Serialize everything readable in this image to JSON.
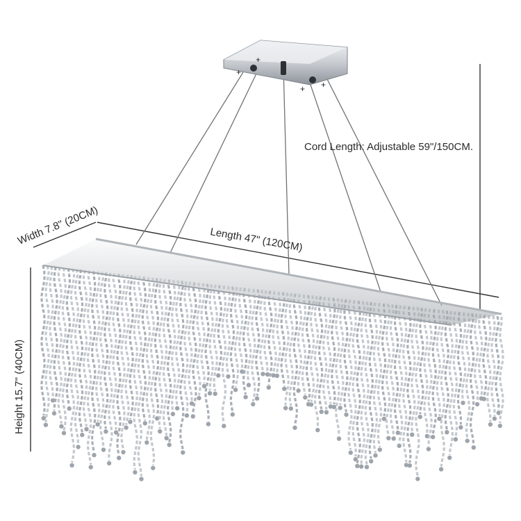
{
  "image": {
    "subject": "crystal-chandelier",
    "background_color": "#ffffff",
    "metal_color": "#c8ccd0",
    "crystal_color": "#b9bec4",
    "text_color": "#2a2a2a"
  },
  "annotations": {
    "width": "Width 7.8\" (20CM)",
    "length": "Length 47\" (120CM)",
    "height": "Height 15.7\" (40CM)",
    "cord_length": "Cord Length: Adjustable 59\"/150CM."
  }
}
